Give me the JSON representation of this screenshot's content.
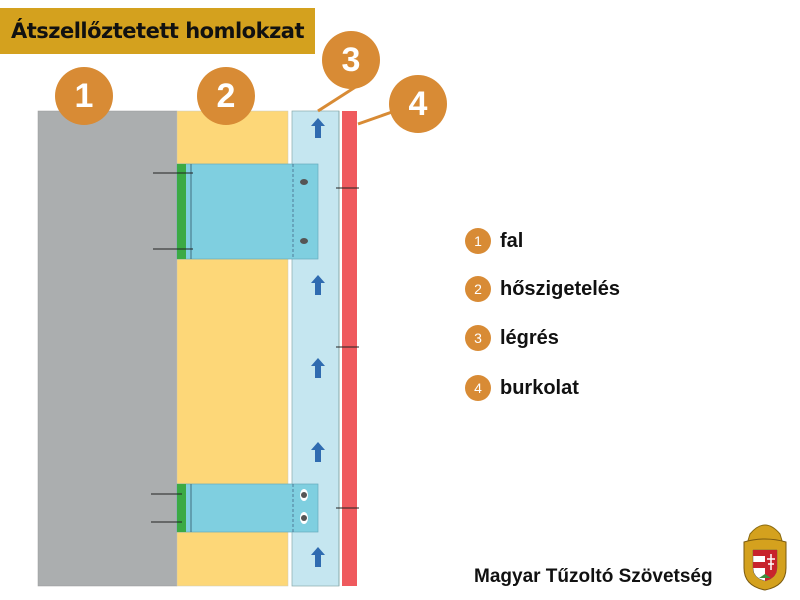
{
  "title": "Átszellőztetett homlokzat",
  "markers": [
    "1",
    "2",
    "3",
    "4"
  ],
  "legend": [
    {
      "num": "1",
      "label": "fal"
    },
    {
      "num": "2",
      "label": "hőszigetelés"
    },
    {
      "num": "3",
      "label": "légrés"
    },
    {
      "num": "4",
      "label": "burkolat"
    }
  ],
  "footer": "Magyar Tűzoltó Szövetség",
  "colors": {
    "wall": "#ABAEAF",
    "insulation": "#FDD778",
    "air_gap": "#C5E6F0",
    "bracket": "#7FCFE0",
    "cladding": "#EF5A5E",
    "marker": "#D88B35",
    "title_bg": "#D4A11E"
  }
}
